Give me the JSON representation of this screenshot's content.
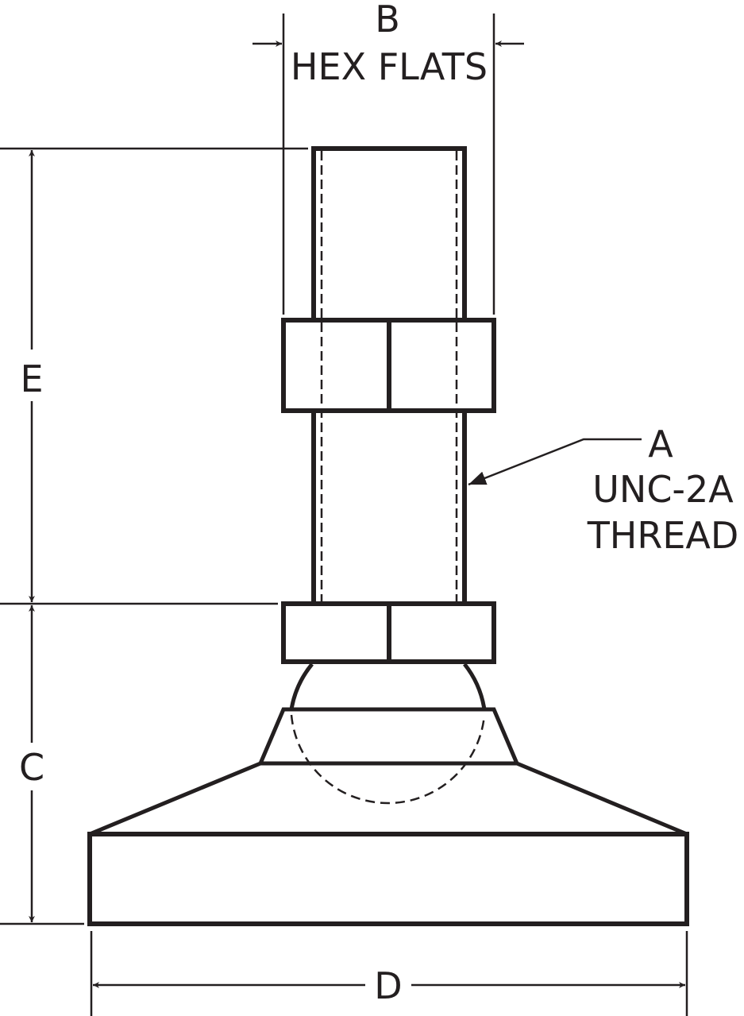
{
  "title": "Leveling mount dimension drawing",
  "colors": {
    "line": "#231f20",
    "background": "#ffffff"
  },
  "labels": {
    "b": "B",
    "hex_flats": "HEX FLATS",
    "e": "E",
    "c": "C",
    "d": "D",
    "a": "A",
    "thread_spec": "UNC-2A",
    "thread": "THREAD"
  }
}
